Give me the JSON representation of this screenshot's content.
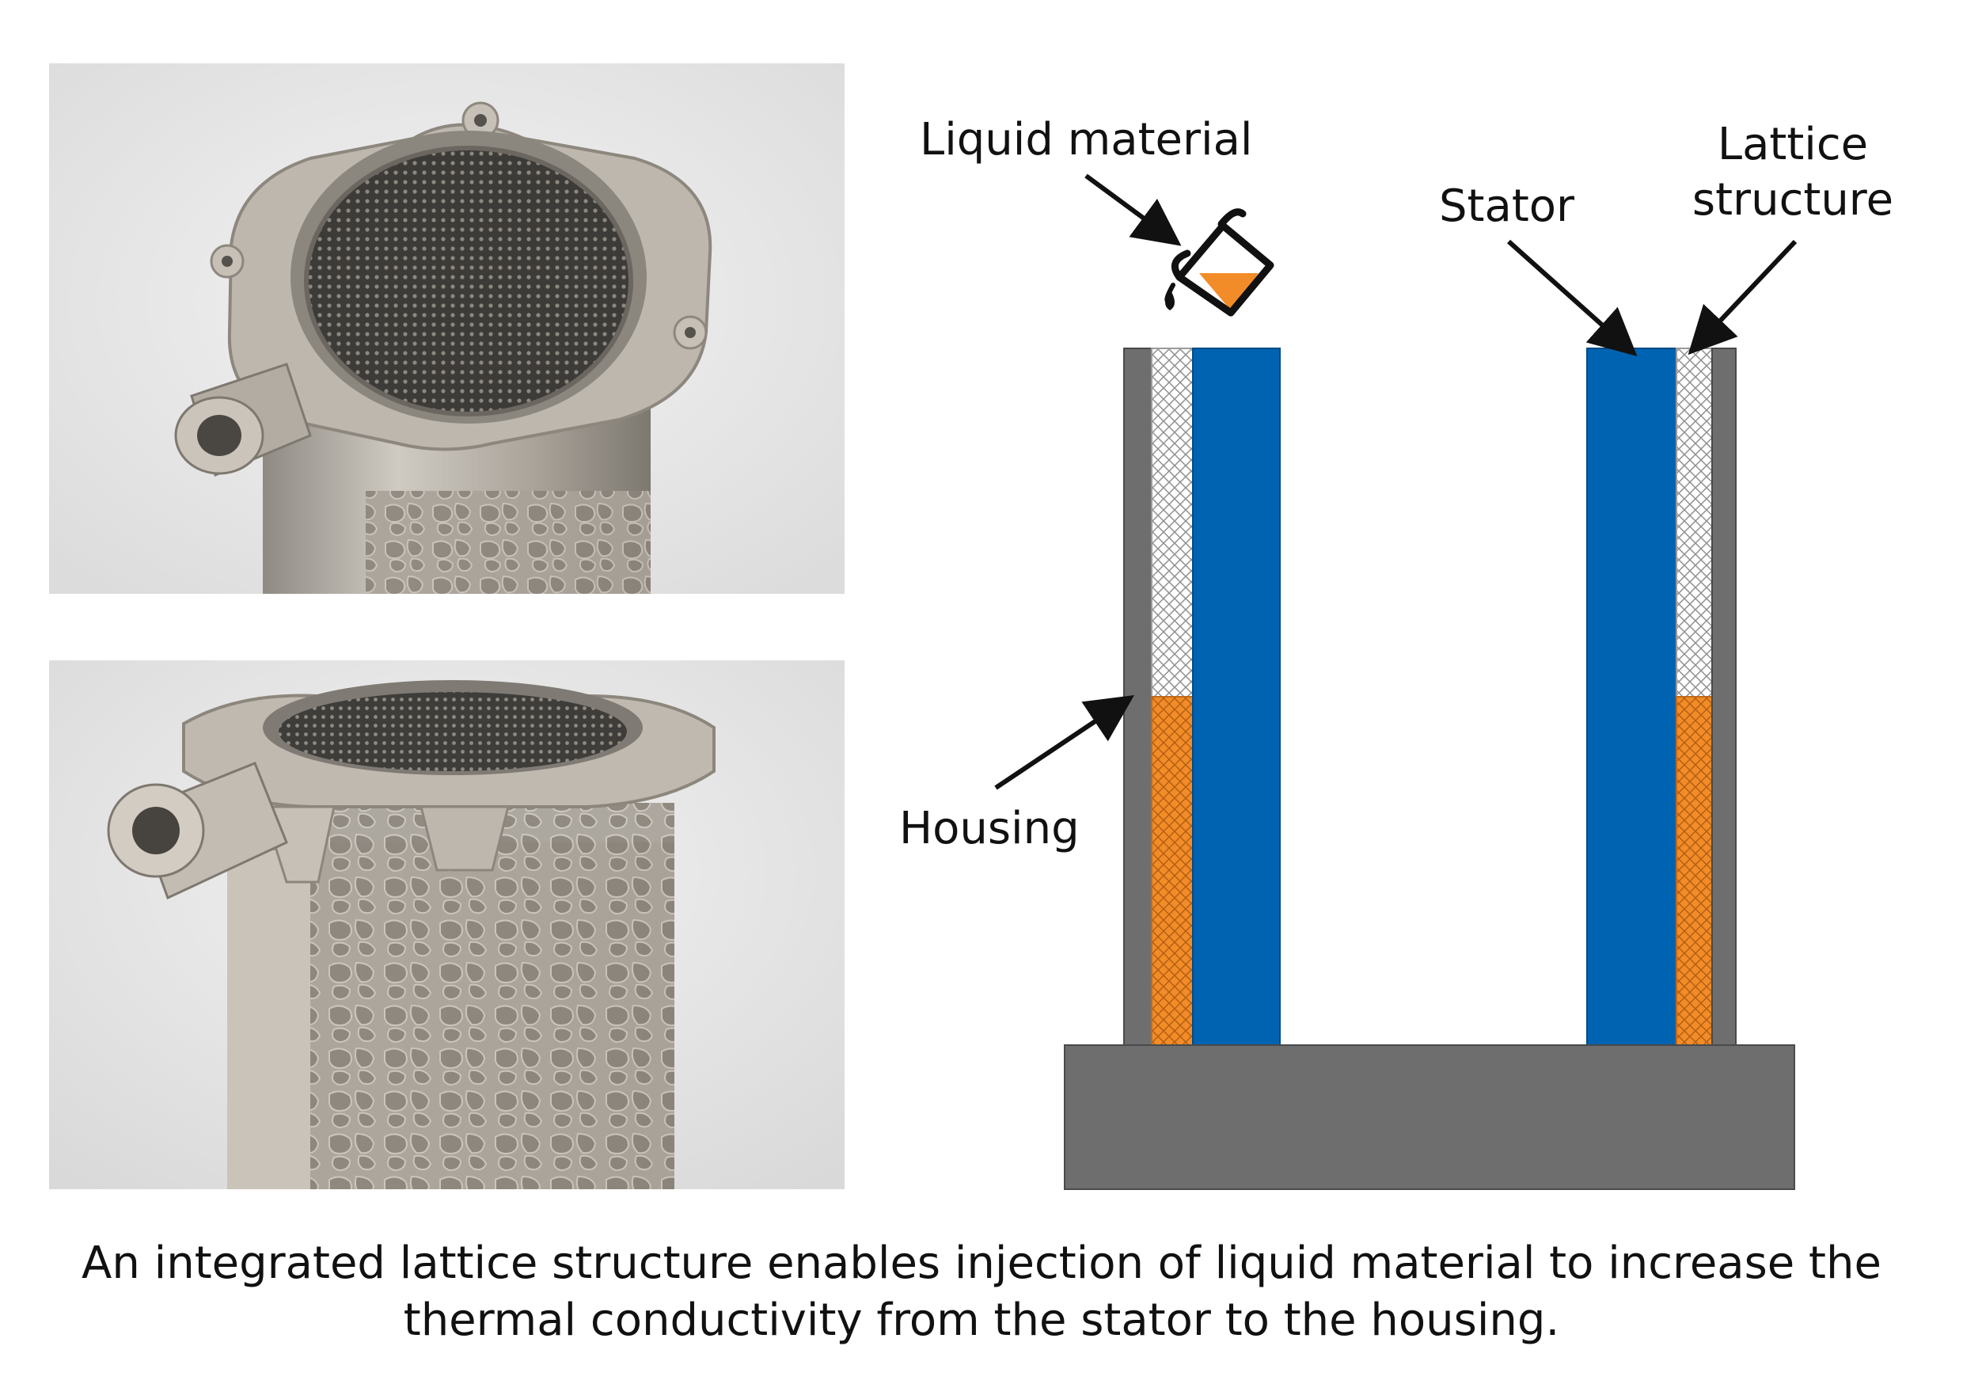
{
  "labels": {
    "liquid_material": "Liquid material",
    "stator": "Stator",
    "lattice_line1": "Lattice",
    "lattice_line2": "structure",
    "housing": "Housing"
  },
  "caption": {
    "line1": "An integrated lattice structure enables injection of liquid material to increase the",
    "line2": "thermal conductivity from the stator to the housing."
  },
  "colors": {
    "housing": "#6e6e6e",
    "stator": "#0063b1",
    "liquid": "#f28c28",
    "lattice_lines": "#9a9a9a",
    "photo_background": "#ececec",
    "metal": "#b8b2a8"
  },
  "icons": {
    "pouring": "bucket-pouring-icon"
  }
}
